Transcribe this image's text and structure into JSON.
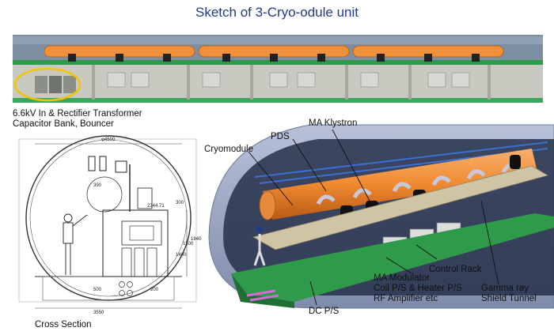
{
  "title": "Sketch of 3-Cryo-odule unit",
  "labels": {
    "transformer_line1": "6.6kV In & Rectifier Transformer",
    "transformer_line2": "Capacitor Bank, Bouncer",
    "cryomodule": "Cryomodule",
    "pds": "PDS",
    "klystron": "MA Klystron",
    "control_rack": "Control Rack",
    "modulator_line1": "MA Modulator",
    "modulator_line2": "Coil P/S & Heater P/S",
    "modulator_line3": "RF Amplifier etc",
    "gamma_line1": "Gamma ray",
    "gamma_line2": "Shield Tunnel",
    "dcps": "DC P/S",
    "cross_section": "Cross Section"
  },
  "dimensions": {
    "diameter": "φ4500",
    "width": "3550",
    "rack_width": "2344.71",
    "h1": "1400",
    "h2": "1500",
    "h3": "1840",
    "d300": "300",
    "d390": "390",
    "d500": "500",
    "d200": "200"
  },
  "colors": {
    "title": "#1f3a8a",
    "cryomodule": "#f0903a",
    "floor_green": "#2f9a4a",
    "tunnel_wall": "#9aa6c4",
    "highlight_ellipse": "#f2c400"
  }
}
